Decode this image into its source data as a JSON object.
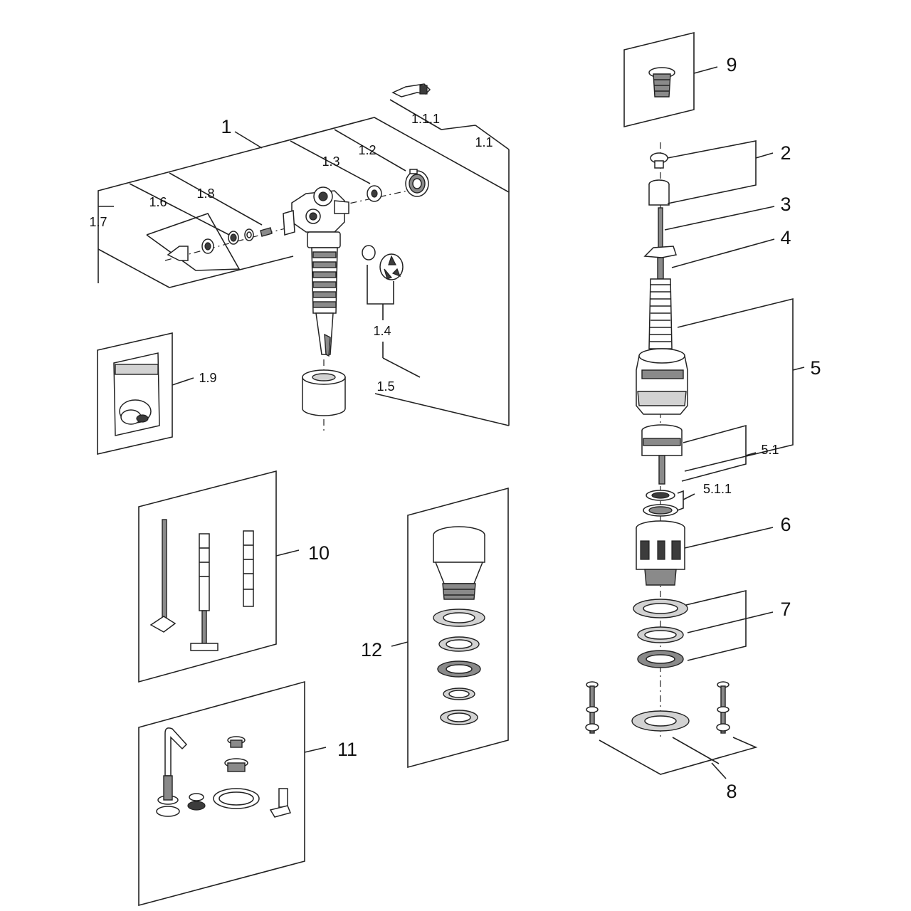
{
  "callouts": {
    "c1": "1",
    "c1_1": "1.1",
    "c1_1_1": "1.1.1",
    "c1_2": "1.2",
    "c1_3": "1.3",
    "c1_4": "1.4",
    "c1_5": "1.5",
    "c1_6": "1.6",
    "c1_7": "1.7",
    "c1_8": "1.8",
    "c1_9": "1.9",
    "c2": "2",
    "c3": "3",
    "c4": "4",
    "c5": "5",
    "c5_1": "5.1",
    "c5_1_1": "5.1.1",
    "c6": "6",
    "c7": "7",
    "c8": "8",
    "c9": "9",
    "c10": "10",
    "c11": "11",
    "c12": "12"
  }
}
